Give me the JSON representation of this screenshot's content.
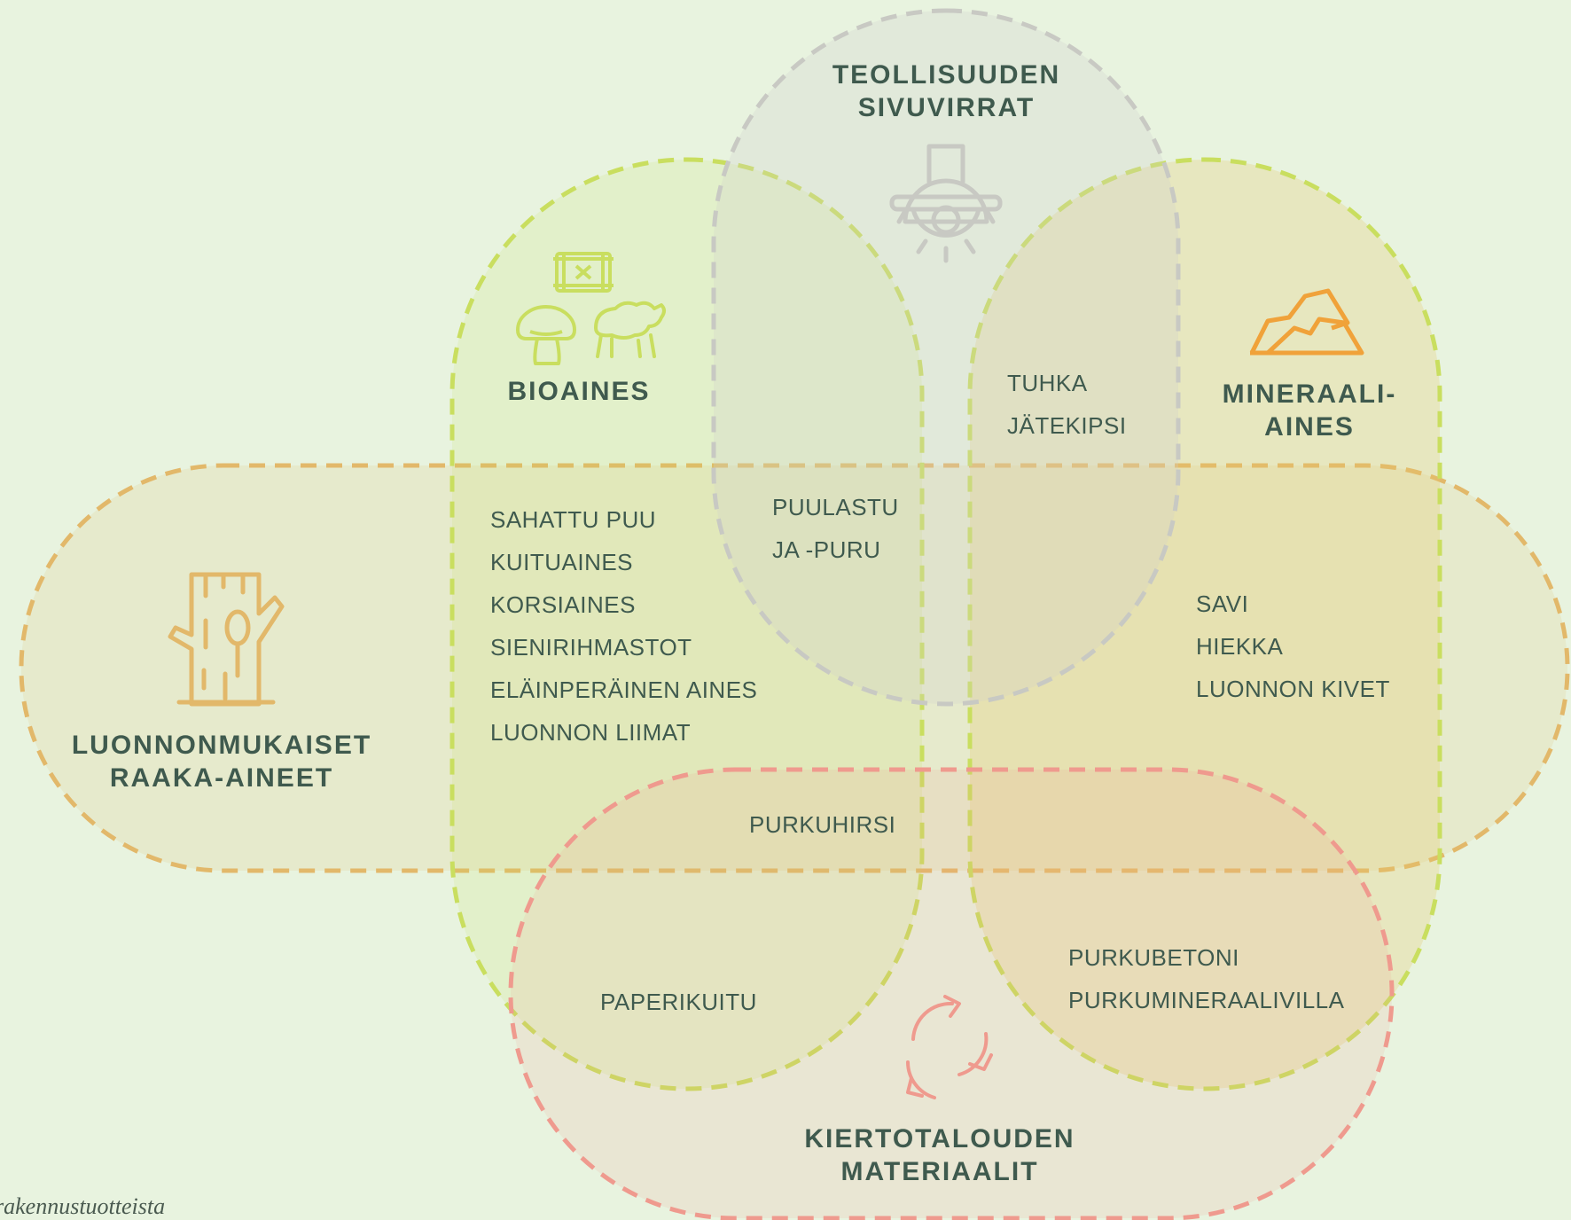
{
  "colors": {
    "background": "#e8f3df",
    "natural": "#e2b86a",
    "bio": "#c9de5f",
    "mineral": "#c9de5f",
    "industry": "#c8c9c3",
    "circular": "#ef9a8e",
    "mineral_icon": "#f0a23a",
    "text": "#3f5a4e"
  },
  "groups": {
    "industry": {
      "icon": "hard-hat-gear-icon",
      "title": [
        "TEOLLISUUDEN",
        "SIVUVIRRAT"
      ]
    },
    "bio": {
      "icons": [
        "hay-bale-icon",
        "mushroom-icon",
        "sheep-icon"
      ],
      "title": [
        "BIOAINES"
      ]
    },
    "mineral": {
      "icon": "rocks-icon",
      "title": [
        "MINERAALI-",
        "AINES"
      ]
    },
    "natural": {
      "icon": "tree-stump-icon",
      "title": [
        "LUONNONMUKAISET",
        "RAAKA-AINEET"
      ]
    },
    "circular": {
      "icon": "recycle-arrows-icon",
      "title": [
        "KIERTOTALOUDEN",
        "MATERIAALIT"
      ]
    }
  },
  "items": {
    "industry_mineral": [
      "TUHKA",
      "JÄTEKIPSI"
    ],
    "bio_natural": [
      "SAHATTU PUU",
      "KUITUAINES",
      "KORSIAINES",
      "SIENIRIHMASTOT",
      "ELÄINPERÄINEN AINES",
      "LUONNON LIIMAT"
    ],
    "bio_industry_natural": [
      "PUULASTU",
      "JA -PURU"
    ],
    "mineral_natural": [
      "SAVI",
      "HIEKKA",
      "LUONNON KIVET"
    ],
    "bio_natural_circular": [
      "PURKUHIRSI"
    ],
    "bio_circular": [
      "PAPERIKUITU"
    ],
    "mineral_circular": [
      "PURKUBETONI",
      "PURKUMINERAALIVILLA"
    ]
  },
  "caption": "rakennustuotteista"
}
